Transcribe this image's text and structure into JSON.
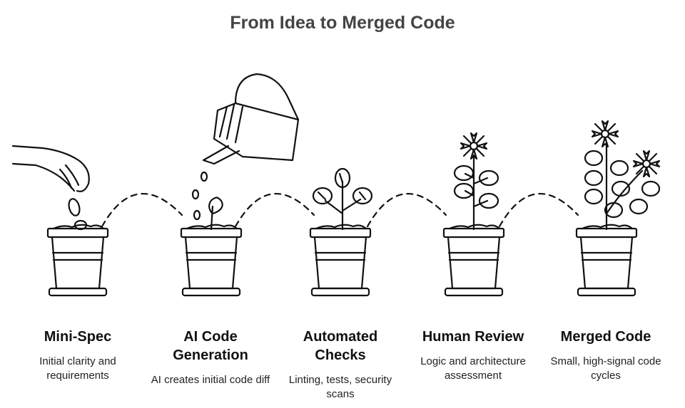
{
  "title": "From Idea to Merged Code",
  "colors": {
    "ink": "#111111",
    "title": "#444444",
    "background": "#ffffff"
  },
  "stages": [
    {
      "title": "Mini-Spec",
      "description": "Initial clarity and requirements",
      "icon": "hand-planting-seed-icon"
    },
    {
      "title": "AI Code Generation",
      "description": "AI creates initial code diff",
      "icon": "watering-can-sprout-icon"
    },
    {
      "title": "Automated Checks",
      "description": "Linting, tests, security scans",
      "icon": "seedling-icon"
    },
    {
      "title": "Human Review",
      "description": "Logic and architecture assessment",
      "icon": "flowering-plant-icon"
    },
    {
      "title": "Merged Code",
      "description": "Small, high-signal code cycles",
      "icon": "full-bloom-plant-icon"
    }
  ]
}
